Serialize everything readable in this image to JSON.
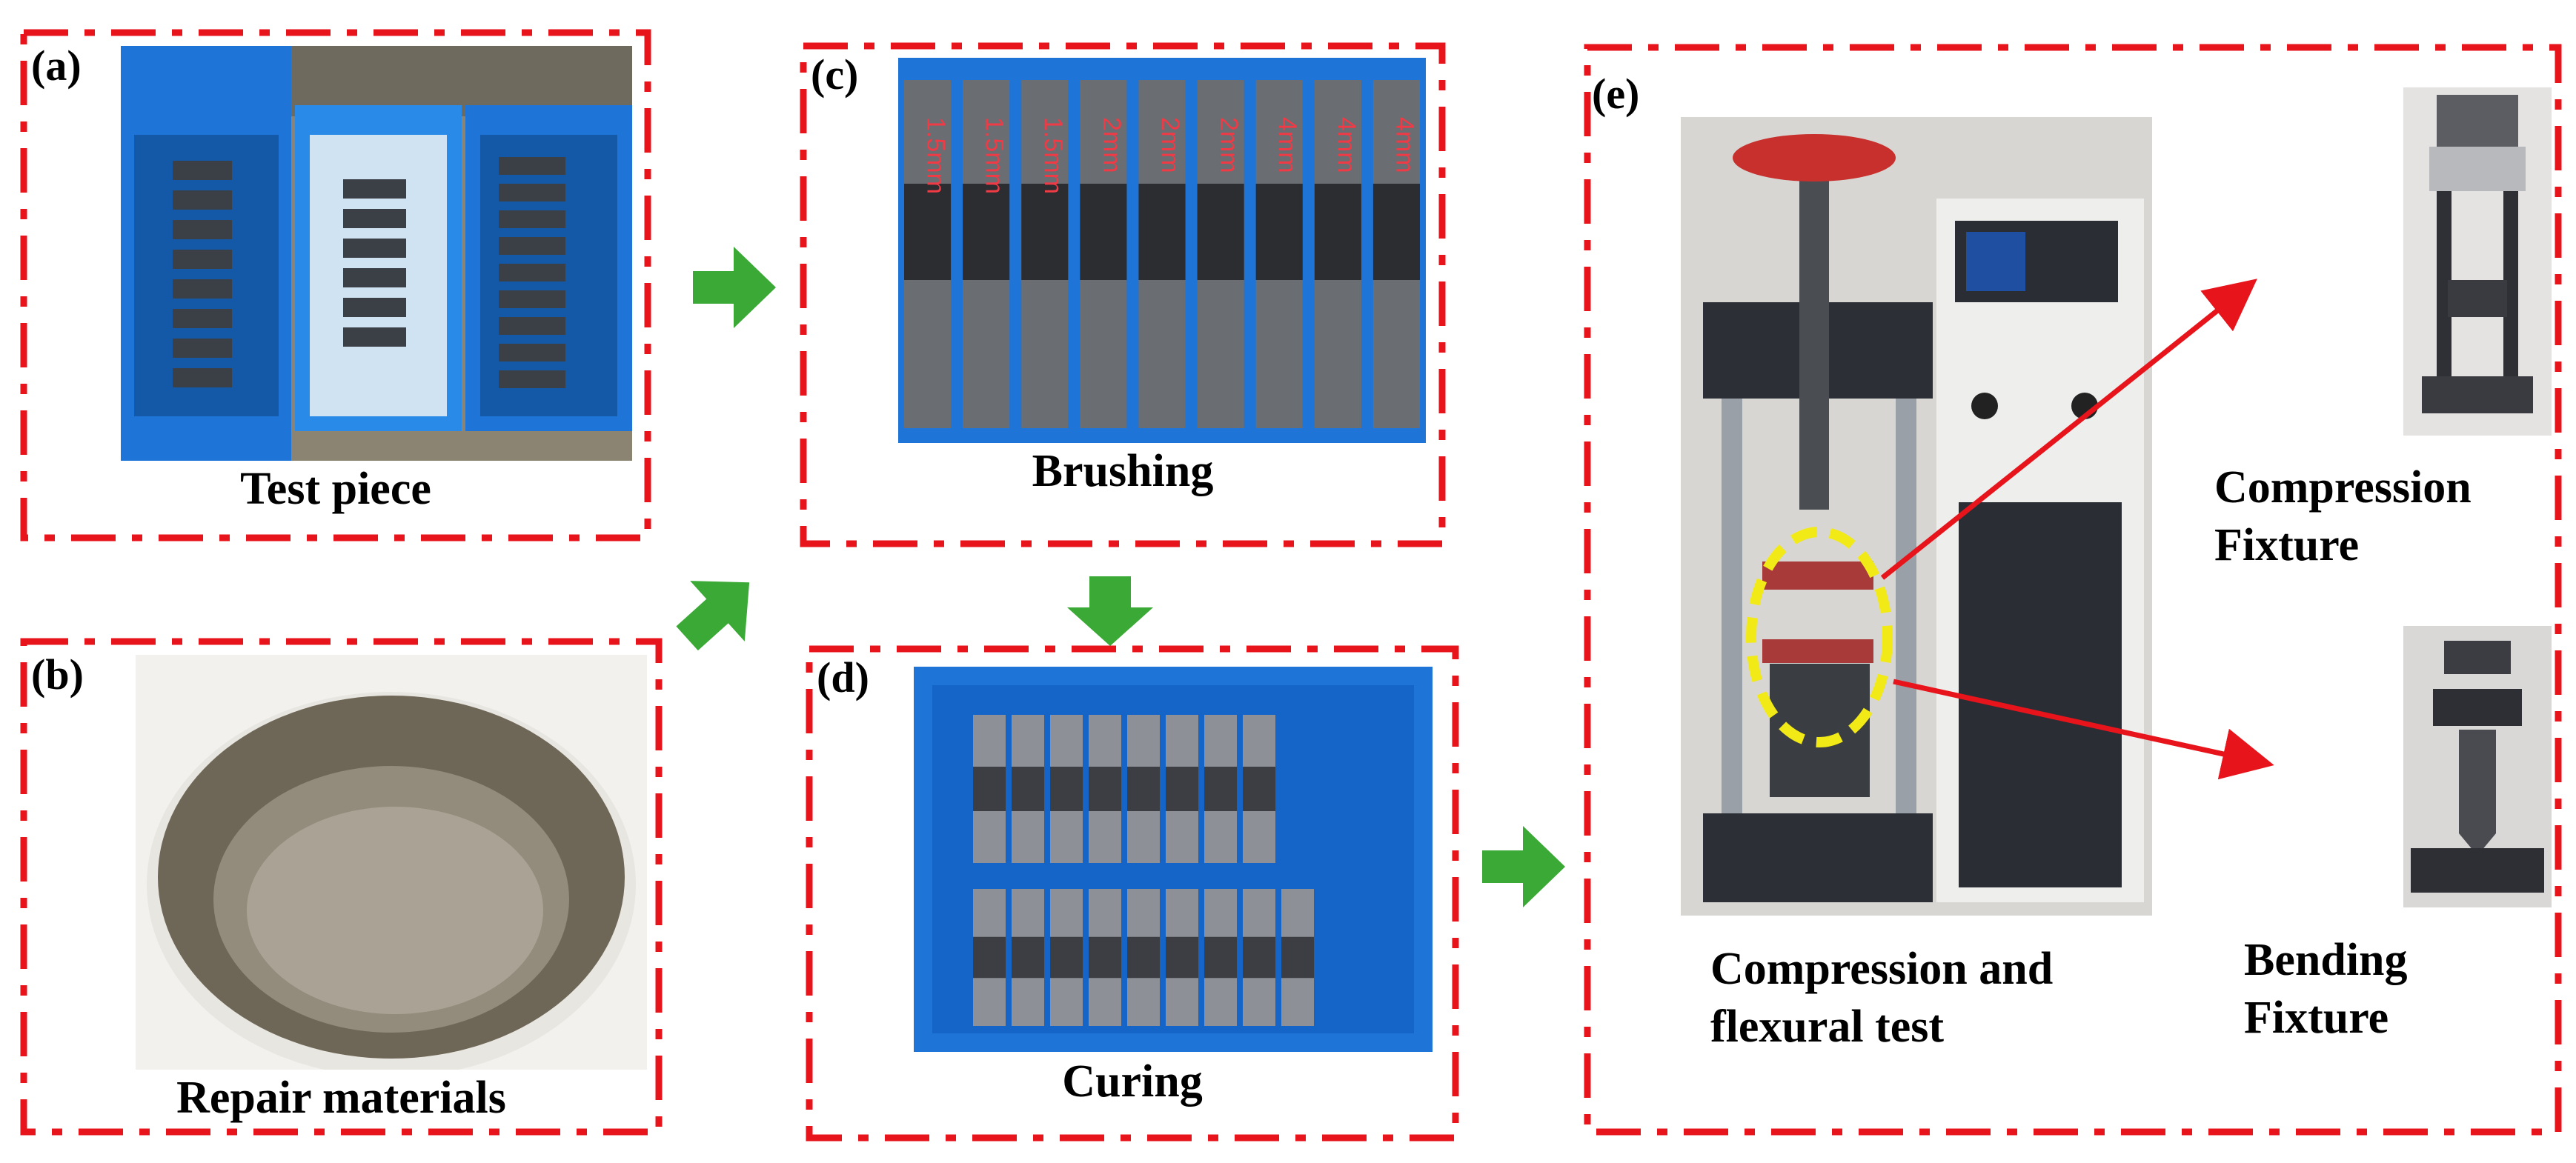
{
  "panels": {
    "a": {
      "letter": "(a)",
      "caption": "Test piece"
    },
    "b": {
      "letter": "(b)",
      "caption": "Repair materials"
    },
    "c": {
      "letter": "(c)",
      "caption": "Brushing",
      "specimen_labels": [
        "1.5mm",
        "1.5mm",
        "1.5mm",
        "2mm",
        "2mm",
        "2mm",
        "4mm",
        "4mm",
        "4mm"
      ]
    },
    "d": {
      "letter": "(d)",
      "caption": "Curing"
    },
    "e": {
      "letter": "(e)",
      "caption_main_line1": "Compression and",
      "caption_main_line2": "flexural test",
      "compression_fixture_line1": "Compression",
      "compression_fixture_line2": "Fixture",
      "bending_fixture_line1": "Bending",
      "bending_fixture_line2": "Fixture"
    }
  },
  "colors": {
    "border": "#e8141b",
    "flow_arrow": "#3aa935",
    "pointer_arrow": "#e8141b",
    "highlight_ellipse": "#f2ea16",
    "tray_blue": "#1f74d8"
  },
  "icons": [
    "flow-arrow-icon",
    "pointer-arrow-icon"
  ]
}
